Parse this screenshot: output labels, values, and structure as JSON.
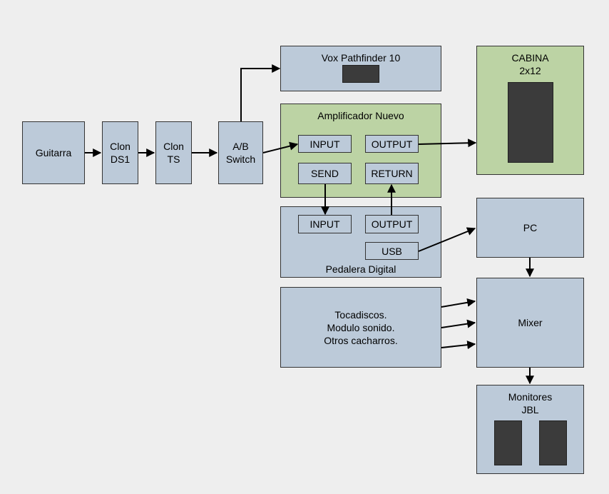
{
  "nodes": {
    "guitarra": "Guitarra",
    "ds1": "Clon\nDS1",
    "ts": "Clon\nTS",
    "ab": "A/B\nSwitch",
    "vox": "Vox Pathfinder 10",
    "amp": "Amplificador Nuevo",
    "cabina": "CABINA\n2x12",
    "pedalera": "Pedalera Digital",
    "pc": "PC",
    "otros": "Tocadiscos.\nModulo sonido.\nOtros cacharros.",
    "mixer": "Mixer",
    "monitores": "Monitores\nJBL"
  },
  "ports": {
    "amp_input": "INPUT",
    "amp_output": "OUTPUT",
    "amp_send": "SEND",
    "amp_return": "RETURN",
    "ped_input": "INPUT",
    "ped_output": "OUTPUT",
    "ped_usb": "USB"
  },
  "colors": {
    "box_blue": "#bccad9",
    "box_green": "#bcd3a4",
    "speaker_dark": "#3b3b3b",
    "background": "#eeeeee"
  }
}
